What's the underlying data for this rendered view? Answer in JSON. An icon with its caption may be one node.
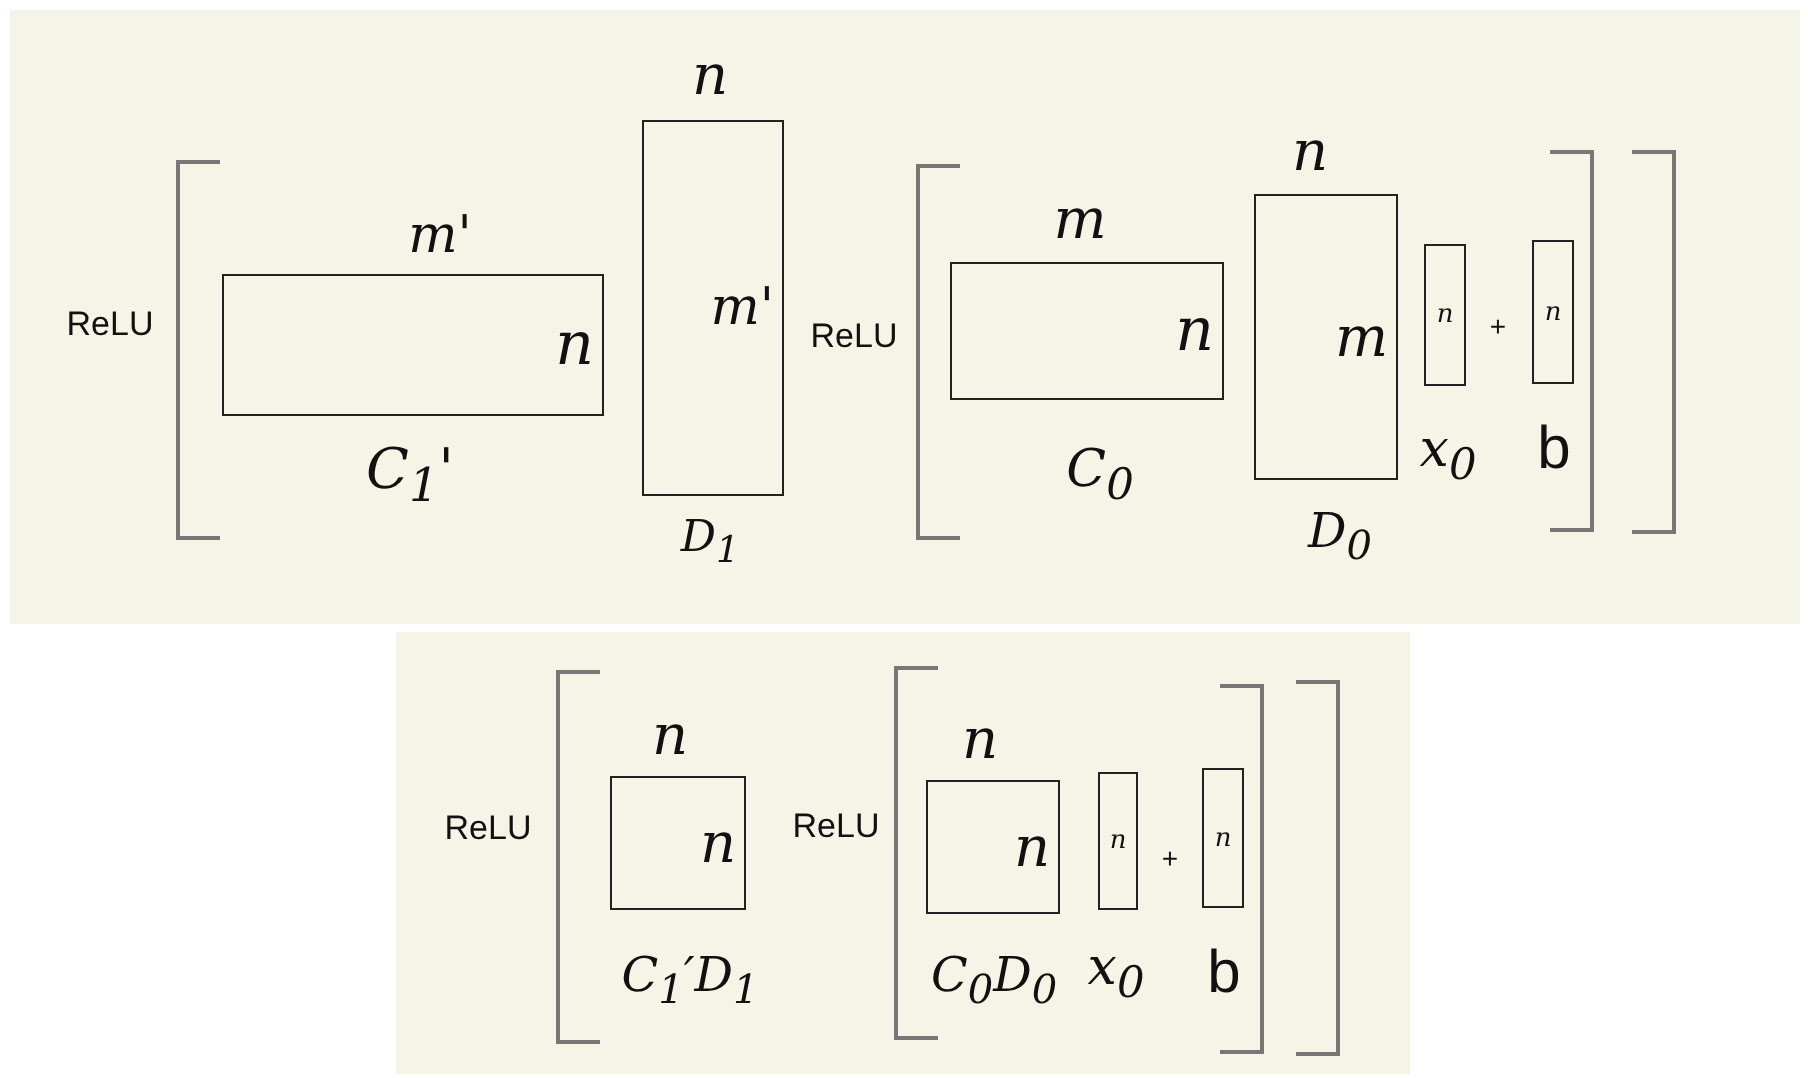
{
  "diagram": {
    "nodes": [
      {
        "text": [
          "n"
        ],
        "beside": [
          "m'",
          "C$_{1}$'"
        ]
      },
      {
        "text": [
          "m'"
        ],
        "beside": [
          "n",
          "D$_{1}$"
        ]
      },
      {
        "text": [
          "n"
        ],
        "beside": [
          "m",
          "C$_{0}$"
        ]
      },
      {
        "text": [
          "m"
        ],
        "beside": [
          "n",
          "D$_{0}$"
        ]
      },
      {
        "text": [
          "n"
        ],
        "beside": [
          "x$_{0}$"
        ]
      },
      {
        "text": [
          "n"
        ],
        "beside": [
          "b"
        ]
      },
      {
        "text": [
          "n"
        ],
        "beside": [
          "n",
          "C$_{1}$′D$_{1}$"
        ]
      },
      {
        "text": [
          "n"
        ],
        "beside": [
          "n",
          "C$_{0}$D$_{0}$"
        ]
      },
      {
        "text": [
          "n"
        ],
        "beside": [
          "x$_{0}$"
        ]
      },
      {
        "text": [
          "n"
        ],
        "beside": [
          "b"
        ]
      }
    ],
    "labels": [
      "ReLU",
      "ReLU",
      "+",
      "ReLU",
      "ReLU",
      "+"
    ]
  }
}
